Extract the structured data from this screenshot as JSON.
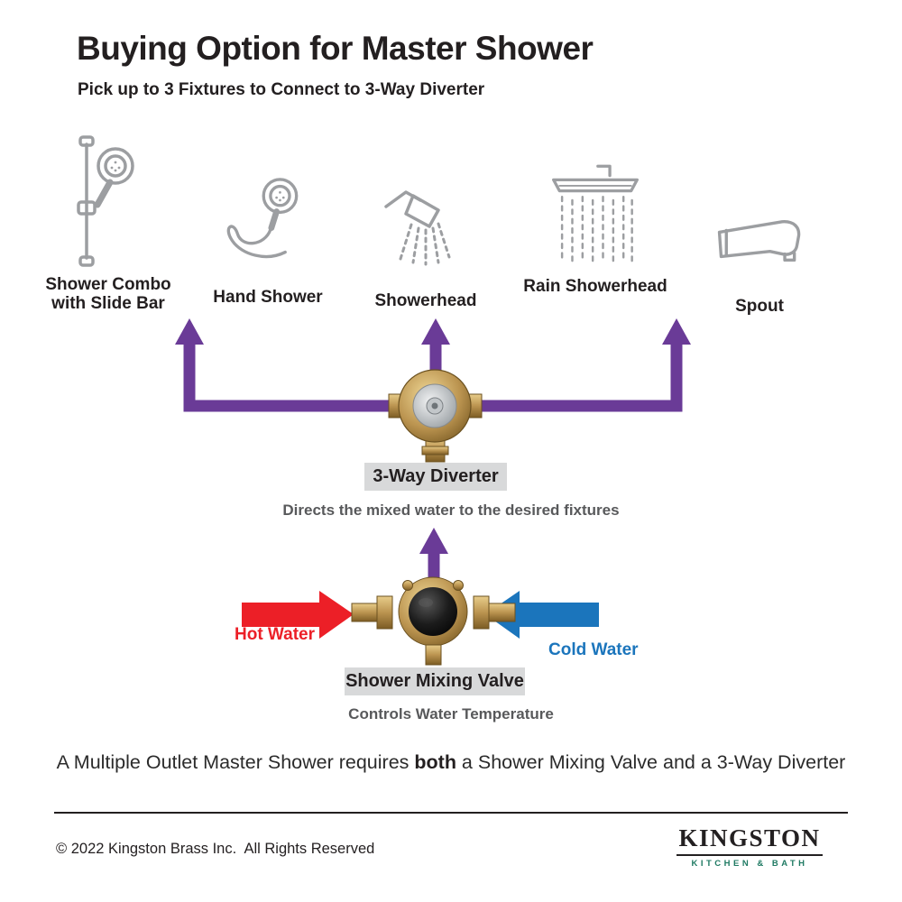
{
  "header": {
    "title": "Buying Option for Master Shower",
    "subtitle": "Pick up to 3 Fixtures to Connect to 3-Way Diverter"
  },
  "fixtures": [
    {
      "label": "Shower Combo with Slide Bar",
      "icon": "shower-combo-slide-bar-icon"
    },
    {
      "label": "Hand Shower",
      "icon": "hand-shower-icon"
    },
    {
      "label": "Showerhead",
      "icon": "showerhead-icon"
    },
    {
      "label": "Rain Showerhead",
      "icon": "rain-showerhead-icon"
    },
    {
      "label": "Spout",
      "icon": "spout-icon"
    }
  ],
  "diverter": {
    "label": "3-Way Diverter",
    "description": "Directs the mixed water to the desired fixtures"
  },
  "mixing_valve": {
    "label": "Shower Mixing Valve",
    "description": "Controls Water Temperature",
    "hot_label": "Hot Water",
    "cold_label": "Cold Water"
  },
  "footnote": {
    "prefix": "A Multiple Outlet Master Shower requires ",
    "bold": "both",
    "suffix": " a Shower Mixing Valve and a 3-Way Diverter"
  },
  "footer": {
    "copyright": "© 2022 Kingston Brass Inc.  All Rights Reserved",
    "brand": "KINGSTON",
    "brand_sub": "KITCHEN & BATH"
  },
  "colors": {
    "purple": "#6a3b97",
    "red": "#ec1f27",
    "blue": "#1b75bc",
    "label_bg": "#d8d9da",
    "icon_gray": "#9c9ea1",
    "text_gray": "#58595b",
    "brass": "#bb9450",
    "brand_teal": "#1f7a63"
  }
}
